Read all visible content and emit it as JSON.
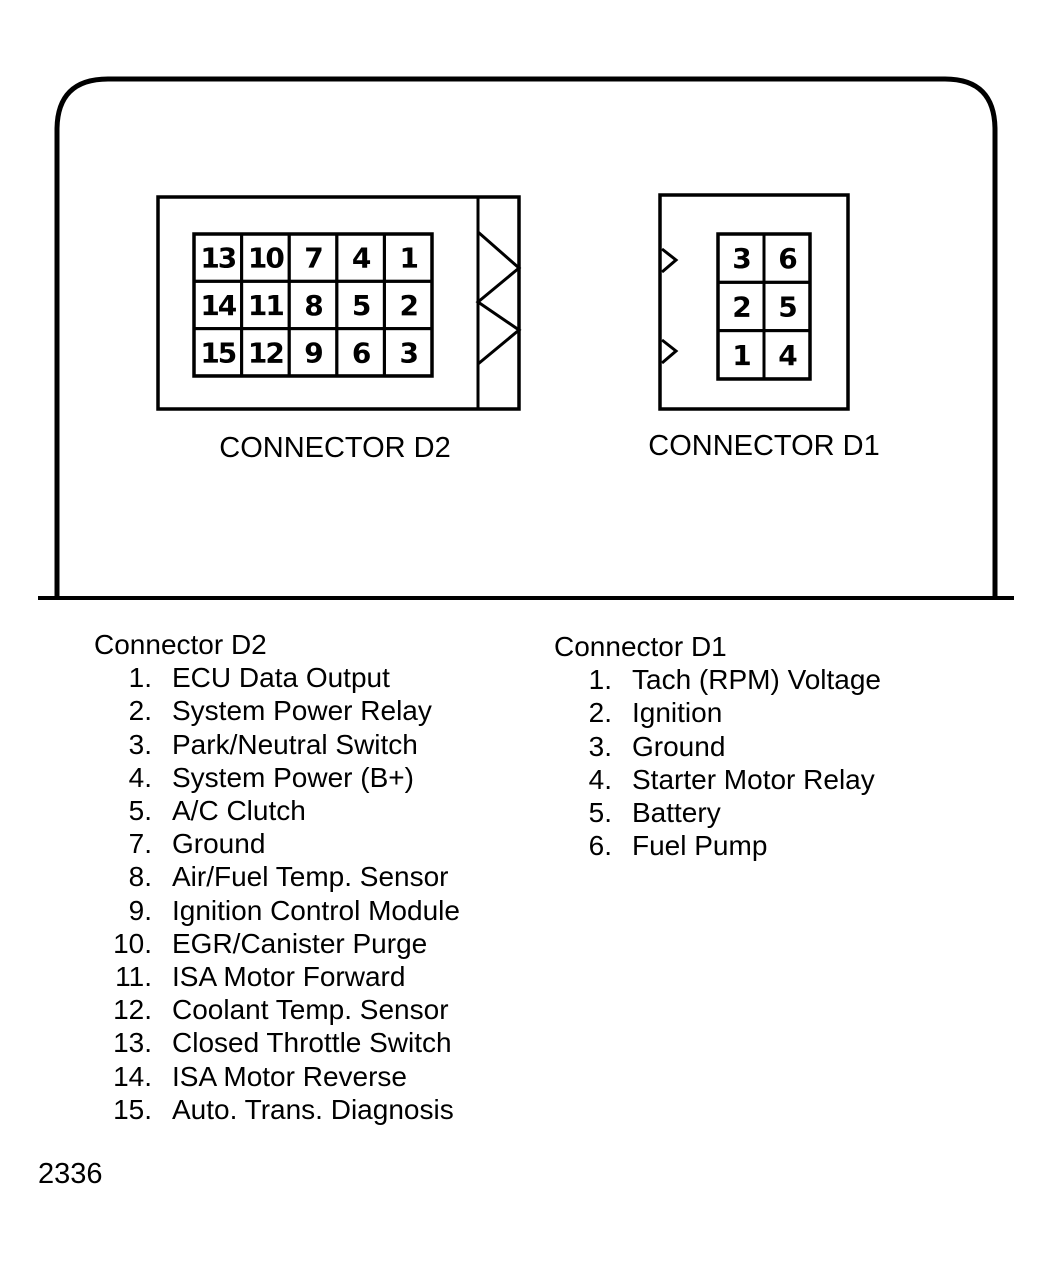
{
  "diagram": {
    "connector_d2": {
      "label": "CONNECTOR D2",
      "pin_grid": [
        [
          "13",
          "10",
          "7",
          "4",
          "1"
        ],
        [
          "14",
          "11",
          "8",
          "5",
          "2"
        ],
        [
          "15",
          "12",
          "9",
          "6",
          "3"
        ]
      ]
    },
    "connector_d1": {
      "label": "CONNECTOR D1",
      "pin_grid": [
        [
          "3",
          "6"
        ],
        [
          "2",
          "5"
        ],
        [
          "1",
          "4"
        ]
      ]
    }
  },
  "legend": {
    "d2": {
      "title": "Connector D2",
      "items": [
        {
          "num": "1.",
          "label": "ECU Data Output"
        },
        {
          "num": "2.",
          "label": "System Power Relay"
        },
        {
          "num": "3.",
          "label": "Park/Neutral Switch"
        },
        {
          "num": "4.",
          "label": "System Power (B+)"
        },
        {
          "num": "5.",
          "label": "A/C Clutch"
        },
        {
          "num": "7.",
          "label": "Ground"
        },
        {
          "num": "8.",
          "label": "Air/Fuel Temp. Sensor"
        },
        {
          "num": "9.",
          "label": "Ignition Control Module"
        },
        {
          "num": "10.",
          "label": "EGR/Canister Purge"
        },
        {
          "num": "11.",
          "label": "ISA Motor Forward"
        },
        {
          "num": "12.",
          "label": "Coolant Temp. Sensor"
        },
        {
          "num": "13.",
          "label": "Closed Throttle Switch"
        },
        {
          "num": "14.",
          "label": "ISA Motor Reverse"
        },
        {
          "num": "15.",
          "label": "Auto. Trans. Diagnosis"
        }
      ]
    },
    "d1": {
      "title": "Connector D1",
      "items": [
        {
          "num": "1.",
          "label": "Tach (RPM) Voltage"
        },
        {
          "num": "2.",
          "label": "Ignition"
        },
        {
          "num": "3.",
          "label": "Ground"
        },
        {
          "num": "4.",
          "label": "Starter Motor Relay"
        },
        {
          "num": "5.",
          "label": "Battery"
        },
        {
          "num": "6.",
          "label": "Fuel Pump"
        }
      ]
    }
  },
  "figure_number": "2336"
}
